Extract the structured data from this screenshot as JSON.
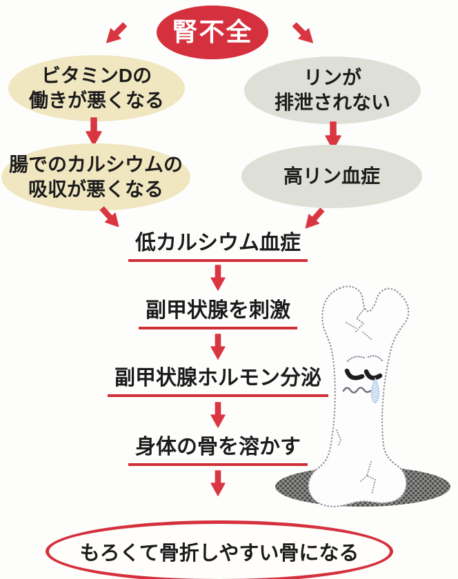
{
  "diagram": {
    "root": "腎不全",
    "left_branch": {
      "node1_line1": "ビタミンDの",
      "node1_line2": "働きが悪くなる",
      "node2_line1": "腸でのカルシウムの",
      "node2_line2": "吸収が悪くなる"
    },
    "right_branch": {
      "node1_line1": "リンが",
      "node1_line2": "排泄されない",
      "node2": "高リン血症"
    },
    "steps": [
      "低カルシウム血症",
      "副甲状腺を刺激",
      "副甲状腺ホルモン分泌",
      "身体の骨を溶かす"
    ],
    "result": "もろくて骨折しやすい骨になる",
    "illustration": "sad-crying-cracked-bone-character"
  },
  "colors": {
    "red": "#d5303d",
    "arrow-red": "#da3642",
    "underline-red": "#cf2f38",
    "cream": "#f0e6c0",
    "gray": "#dedfd6",
    "ink": "#1b1b1b",
    "paper": "#fdfdfb",
    "shadow-mid": "#8d8d8b",
    "shadow-dark": "#454543",
    "bone-outline": "#8e96a2",
    "tear-blue": "#cfe1f3"
  }
}
